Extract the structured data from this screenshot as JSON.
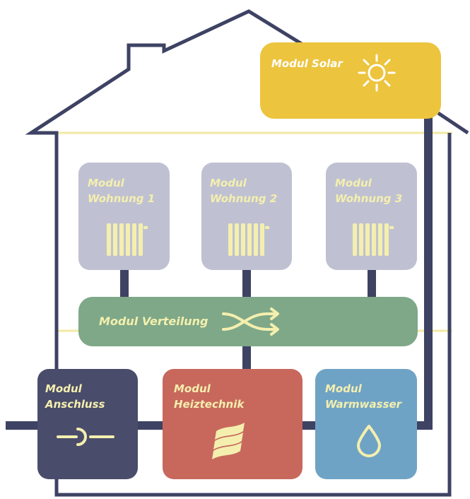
{
  "modules": {
    "solar": {
      "line1": "Modul Solar",
      "color": "#ECC43E",
      "text_color": "#FFFFFF"
    },
    "wohnung1": {
      "line1": "Modul",
      "line2": "Wohnung 1",
      "color": "#BFC1D2",
      "text_color": "#F4EFAE"
    },
    "wohnung2": {
      "line1": "Modul",
      "line2": "Wohnung 2",
      "color": "#BFC1D2",
      "text_color": "#F4EFAE"
    },
    "wohnung3": {
      "line1": "Modul",
      "line2": "Wohnung 3",
      "color": "#BFC1D2",
      "text_color": "#F4EFAE"
    },
    "verteilung": {
      "line1": "Modul Verteilung",
      "color": "#7EA888",
      "text_color": "#F4EFAE"
    },
    "anschluss": {
      "line1": "Modul",
      "line2": "Anschluss",
      "color": "#4A4C6B",
      "text_color": "#F4EFAE"
    },
    "heiztechnik": {
      "line1": "Modul",
      "line2": "Heiztechnik",
      "color": "#C8685D",
      "text_color": "#F4EFAE"
    },
    "warmwasser": {
      "line1": "Modul",
      "line2": "Warmwasser",
      "color": "#6FA3C6",
      "text_color": "#F4EFAE"
    }
  },
  "colors": {
    "house_outline": "#3E4263",
    "pipe": "#3E4263",
    "floor_line": "#F2E9A2",
    "icon": "#F4EFAE"
  },
  "icons": [
    "sun-icon",
    "radiator-icon",
    "shuffle-icon",
    "valve-icon",
    "flame-icon",
    "water-drop-icon"
  ]
}
